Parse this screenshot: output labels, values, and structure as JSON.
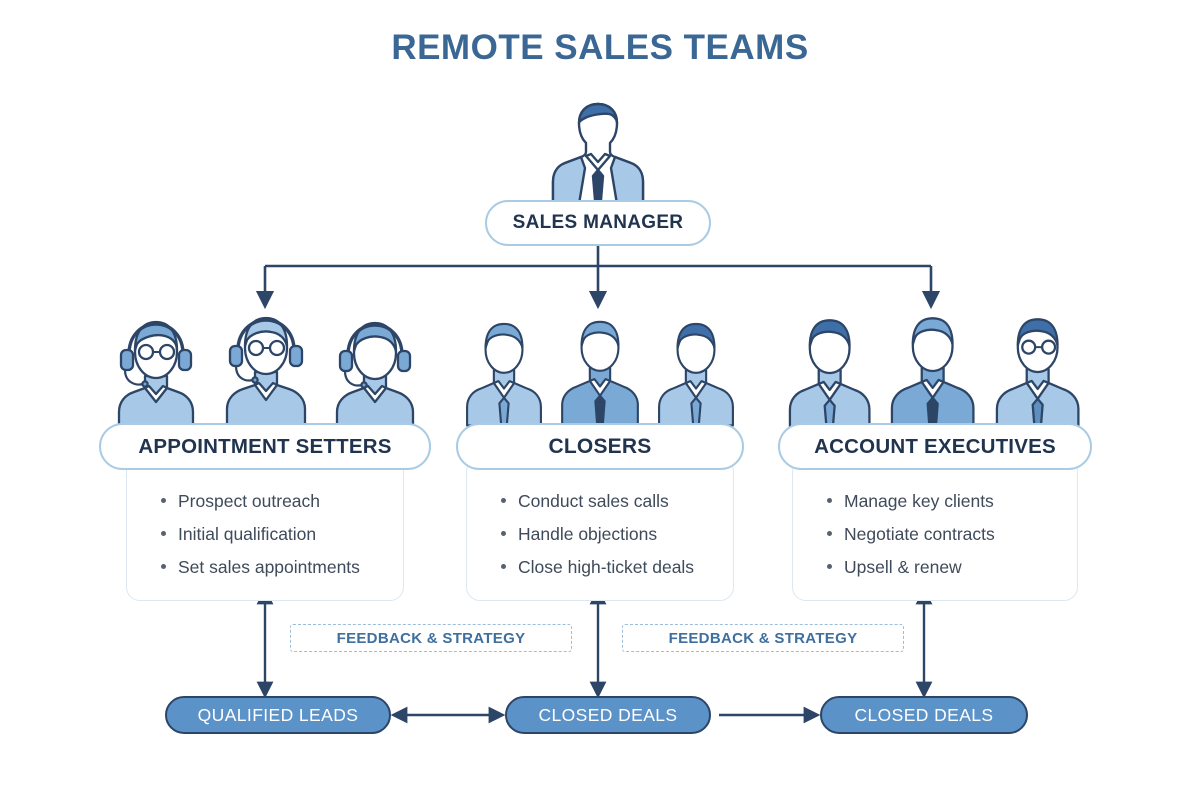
{
  "title": "REMOTE SALES TEAMS",
  "manager": {
    "label": "SALES MANAGER",
    "icon": "manager-avatar-icon"
  },
  "columns": [
    {
      "id": "appointment-setters",
      "header": "APPOINTMENT SETTERS",
      "icon": "headset-agents-icon",
      "bullets": [
        "Prospect outreach",
        "Initial qualification",
        "Set sales appointments"
      ]
    },
    {
      "id": "closers",
      "header": "CLOSERS",
      "icon": "suited-men-icon",
      "bullets": [
        "Conduct sales calls",
        "Handle objections",
        "Close high-ticket deals"
      ]
    },
    {
      "id": "account-executives",
      "header": "ACCOUNT EXECUTIVES",
      "icon": "executives-icon",
      "bullets": [
        "Manage key clients",
        "Negotiate contracts",
        "Upsell & renew"
      ]
    }
  ],
  "feedback_labels": [
    "FEEDBACK & STRATEGY",
    "FEEDBACK & STRATEGY"
  ],
  "outcomes": [
    "QUALIFIED LEADS",
    "CLOSED DEALS",
    "CLOSED DEALS"
  ],
  "colors": {
    "title_blue": "#3a6794",
    "heading_navy": "#21344f",
    "pill_border": "#a9cbe4",
    "connector_navy": "#2d4566",
    "outcome_fill": "#5b92c8",
    "outcome_text": "#ffffff",
    "body_text": "#3f4a5a",
    "card_border": "#dce7f1",
    "feedback_text": "#3f6f9e",
    "feedback_border": "#9dbdd8",
    "art_light": "#a8c8e8",
    "art_mid": "#7aa9d6",
    "art_dark": "#2d4566",
    "background": "#ffffff"
  }
}
